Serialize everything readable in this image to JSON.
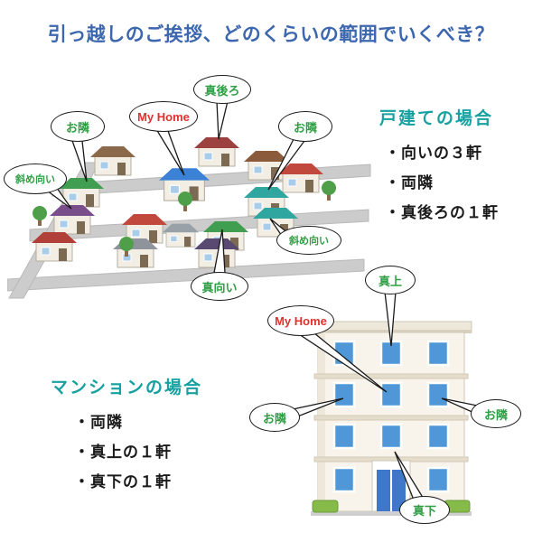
{
  "title": "引っ越しのご挨拶、どのくらいの範囲でいくべき？",
  "colors": {
    "title_blue": "#3c67ae",
    "heading_teal": "#17a0a0",
    "bubble_label_green": "#2f9e44",
    "bubble_label_red": "#e03131",
    "my_home_roof_blue": "#3b82d6",
    "street_gray": "#cccccc"
  },
  "detached": {
    "heading": "戸建ての場合",
    "items": [
      "・向いの３軒",
      "・両隣",
      "・真後ろの１軒"
    ],
    "bubbles": {
      "neighbor_left": "お隣",
      "my_home": "My Home",
      "behind": "真後ろ",
      "neighbor_right": "お隣",
      "diagonal_left": "斜め向い",
      "front": "真向い",
      "diagonal_right": "斜め向い"
    }
  },
  "mansion": {
    "heading": "マンションの場合",
    "items": [
      "・両隣",
      "・真上の１軒",
      "・真下の１軒"
    ],
    "bubbles": {
      "above": "真上",
      "my_home": "My Home",
      "neighbor_left": "お隣",
      "neighbor_right": "お隣",
      "below": "真下"
    }
  }
}
